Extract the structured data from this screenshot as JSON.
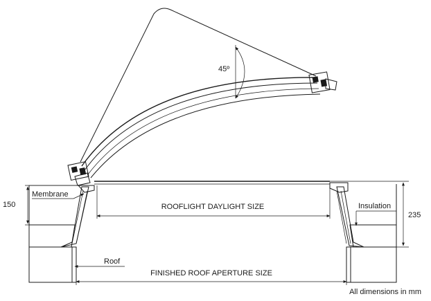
{
  "labels": {
    "angle": "45º",
    "membrane": "Membrane",
    "insulation": "Insulation",
    "roof": "Roof",
    "daylight_size": "ROOFLIGHT DAYLIGHT SIZE",
    "aperture_size": "FINISHED ROOF APERTURE SIZE",
    "dim_left": "150",
    "dim_right": "235",
    "note": "All dimensions in mm"
  }
}
